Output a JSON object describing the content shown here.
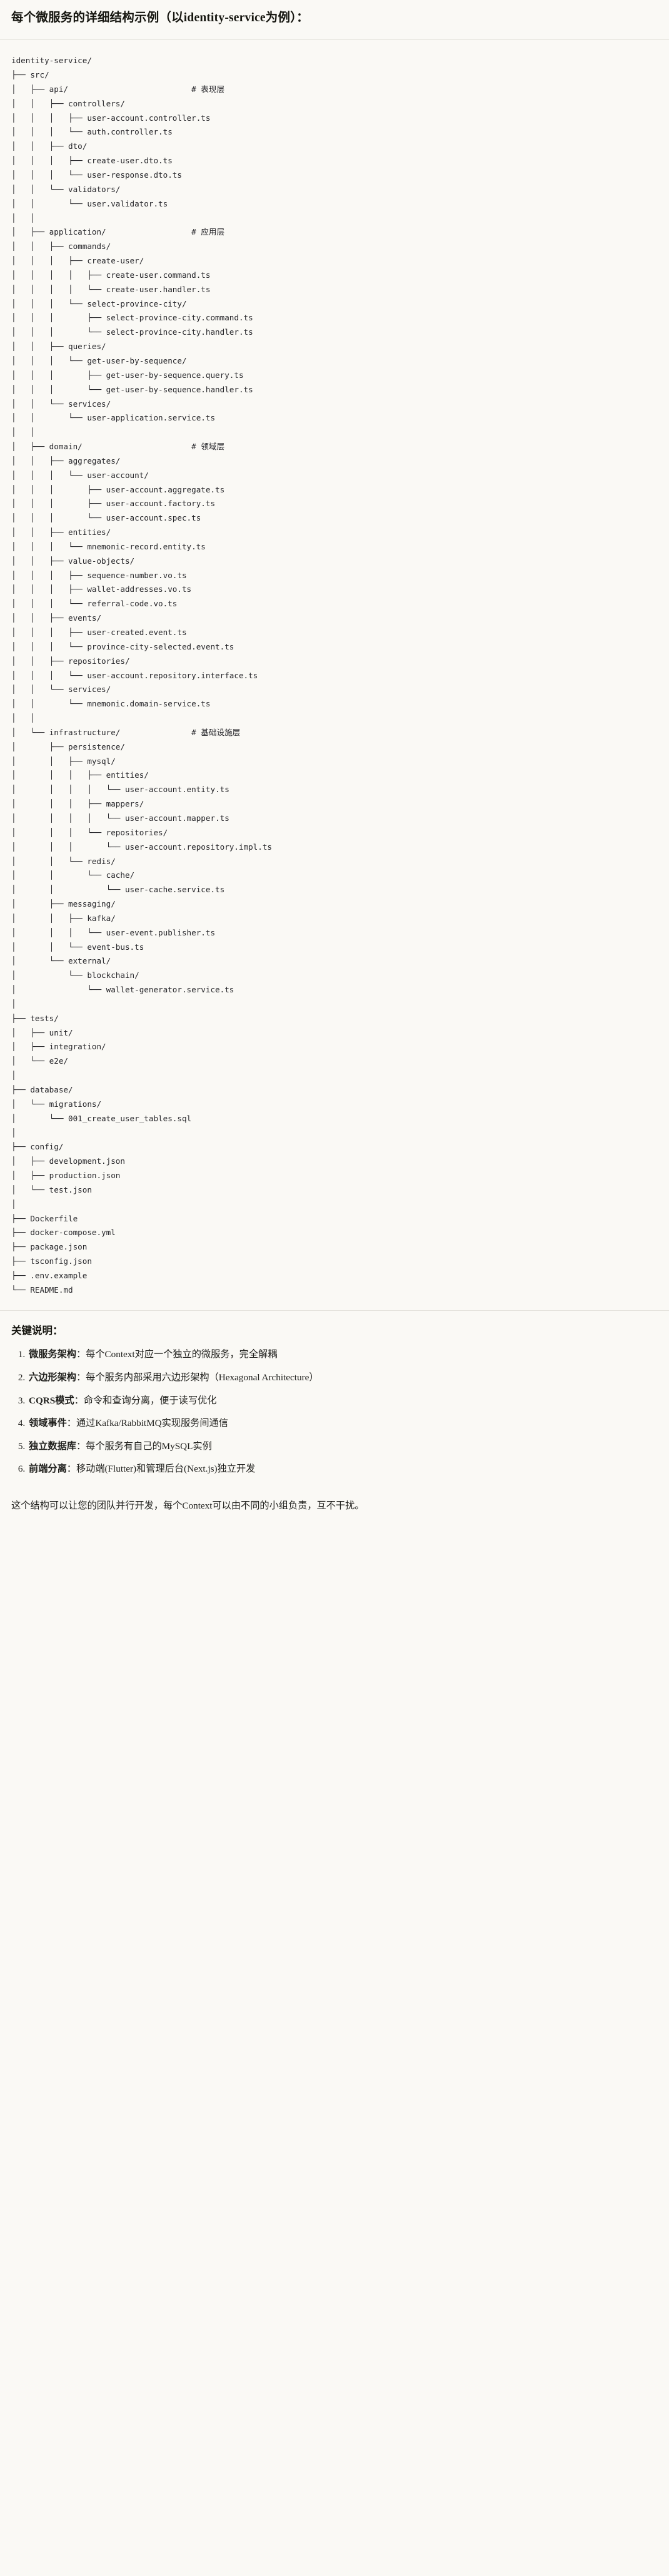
{
  "header": {
    "title": "每个微服务的详细结构示例（以identity-service为例）："
  },
  "tree": {
    "root_label": "identity-service/",
    "text": "identity-service/\n├── src/\n│   ├── api/                          # 表现层\n│   │   ├── controllers/\n│   │   │   ├── user-account.controller.ts\n│   │   │   └── auth.controller.ts\n│   │   ├── dto/\n│   │   │   ├── create-user.dto.ts\n│   │   │   └── user-response.dto.ts\n│   │   └── validators/\n│   │       └── user.validator.ts\n│   │\n│   ├── application/                  # 应用层\n│   │   ├── commands/\n│   │   │   ├── create-user/\n│   │   │   │   ├── create-user.command.ts\n│   │   │   │   └── create-user.handler.ts\n│   │   │   └── select-province-city/\n│   │   │       ├── select-province-city.command.ts\n│   │   │       └── select-province-city.handler.ts\n│   │   ├── queries/\n│   │   │   └── get-user-by-sequence/\n│   │   │       ├── get-user-by-sequence.query.ts\n│   │   │       └── get-user-by-sequence.handler.ts\n│   │   └── services/\n│   │       └── user-application.service.ts\n│   │\n│   ├── domain/                       # 领域层\n│   │   ├── aggregates/\n│   │   │   └── user-account/\n│   │   │       ├── user-account.aggregate.ts\n│   │   │       ├── user-account.factory.ts\n│   │   │       └── user-account.spec.ts\n│   │   ├── entities/\n│   │   │   └── mnemonic-record.entity.ts\n│   │   ├── value-objects/\n│   │   │   ├── sequence-number.vo.ts\n│   │   │   ├── wallet-addresses.vo.ts\n│   │   │   └── referral-code.vo.ts\n│   │   ├── events/\n│   │   │   ├── user-created.event.ts\n│   │   │   └── province-city-selected.event.ts\n│   │   ├── repositories/\n│   │   │   └── user-account.repository.interface.ts\n│   │   └── services/\n│   │       └── mnemonic.domain-service.ts\n│   │\n│   └── infrastructure/               # 基础设施层\n│       ├── persistence/\n│       │   ├── mysql/\n│       │   │   ├── entities/\n│       │   │   │   └── user-account.entity.ts\n│       │   │   ├── mappers/\n│       │   │   │   └── user-account.mapper.ts\n│       │   │   └── repositories/\n│       │   │       └── user-account.repository.impl.ts\n│       │   └── redis/\n│       │       └── cache/\n│       │           └── user-cache.service.ts\n│       ├── messaging/\n│       │   ├── kafka/\n│       │   │   └── user-event.publisher.ts\n│       │   └── event-bus.ts\n│       └── external/\n│           └── blockchain/\n│               └── wallet-generator.service.ts\n│\n├── tests/\n│   ├── unit/\n│   ├── integration/\n│   └── e2e/\n│\n├── database/\n│   └── migrations/\n│       └── 001_create_user_tables.sql\n│\n├── config/\n│   ├── development.json\n│   ├── production.json\n│   └── test.json\n│\n├── Dockerfile\n├── docker-compose.yml\n├── package.json\n├── tsconfig.json\n├── .env.example\n└── README.md",
    "layer_comments": [
      "# 表现层",
      "# 应用层",
      "# 领域层",
      "# 基础设施层"
    ]
  },
  "notes": {
    "title": "关键说明：",
    "items": [
      {
        "term": "微服务架构",
        "sep": "：",
        "desc": "每个Context对应一个独立的微服务，完全解耦"
      },
      {
        "term": "六边形架构",
        "sep": "：",
        "desc": "每个服务内部采用六边形架构（Hexagonal Architecture）"
      },
      {
        "term": "CQRS模式",
        "sep": "：",
        "desc": "命令和查询分离，便于读写优化"
      },
      {
        "term": "领域事件",
        "sep": "：",
        "desc": "通过Kafka/RabbitMQ实现服务间通信"
      },
      {
        "term": "独立数据库",
        "sep": "：",
        "desc": "每个服务有自己的MySQL实例"
      },
      {
        "term": "前端分离",
        "sep": "：",
        "desc": "移动端(Flutter)和管理后台(Next.js)独立开发"
      }
    ],
    "closing": "这个结构可以让您的团队并行开发，每个Context可以由不同的小组负责，互不干扰。"
  }
}
